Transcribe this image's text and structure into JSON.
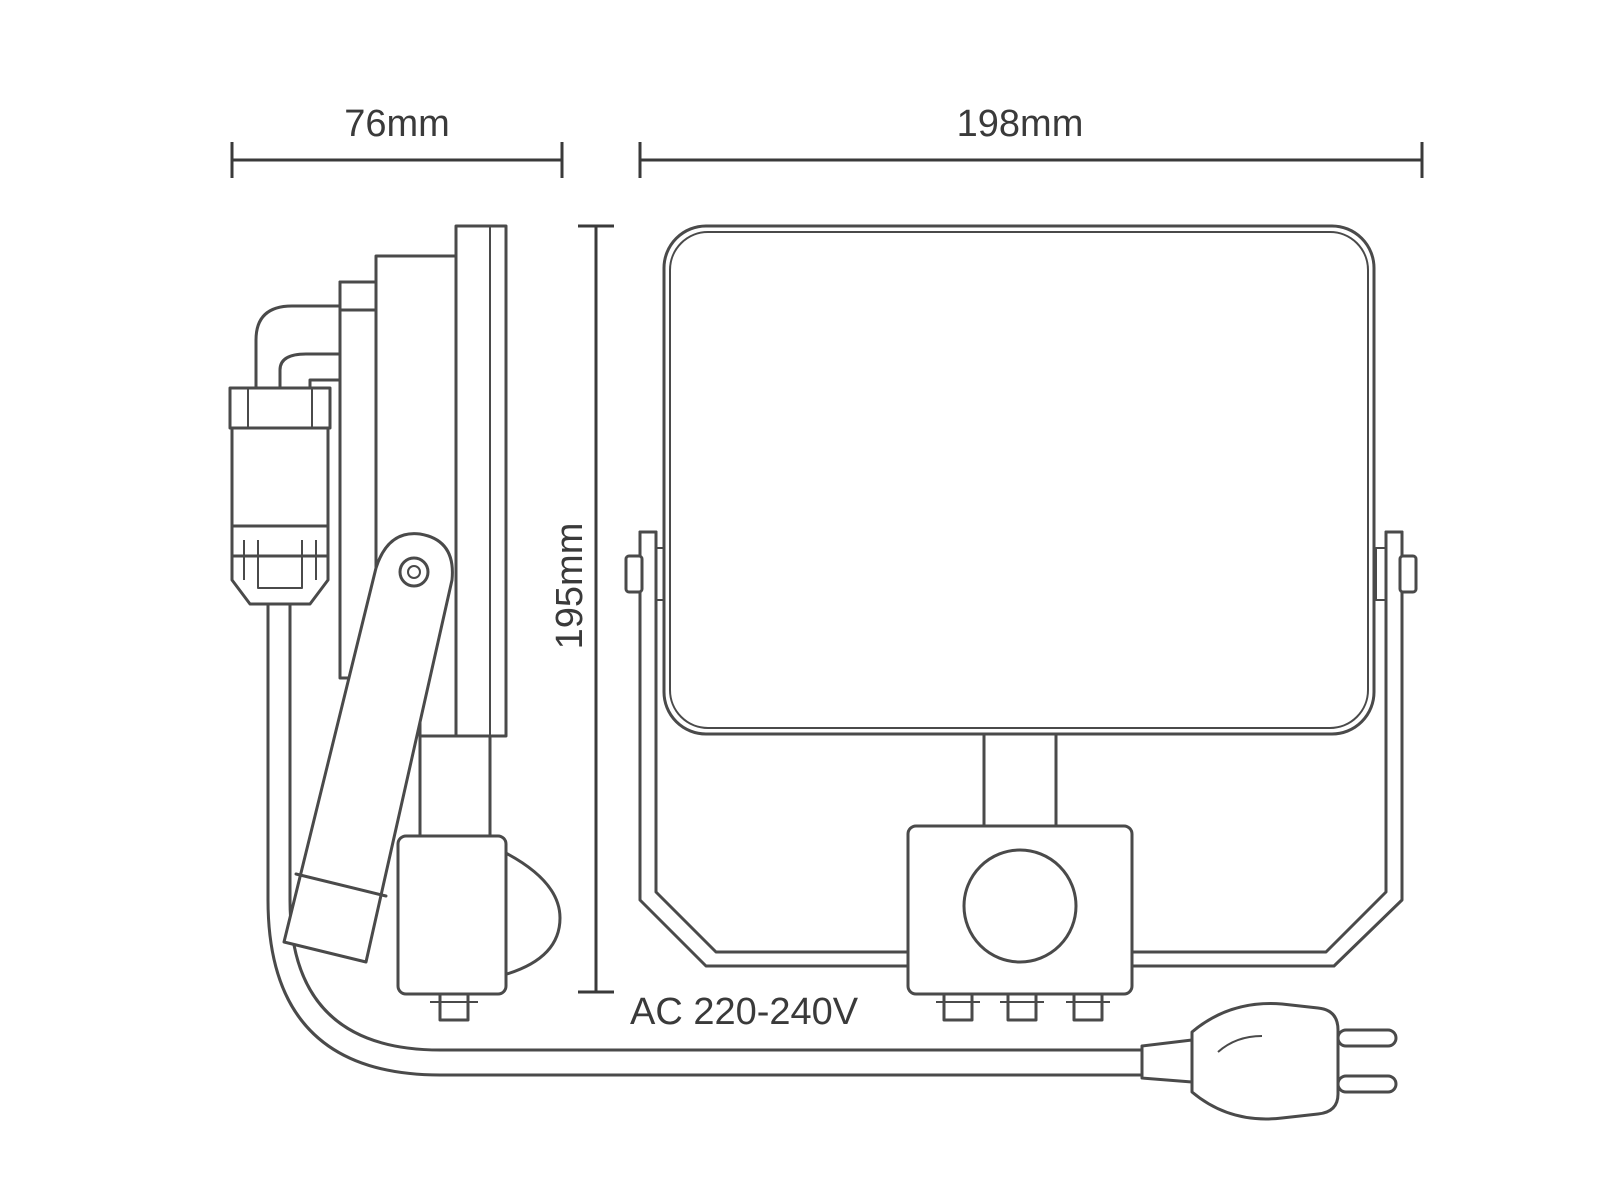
{
  "dimensions": {
    "depth": "76mm",
    "width": "198mm",
    "height": "195mm"
  },
  "power": {
    "label": "AC 220-240V"
  },
  "colors": {
    "line": "#4a4a4a",
    "background": "#ffffff"
  }
}
